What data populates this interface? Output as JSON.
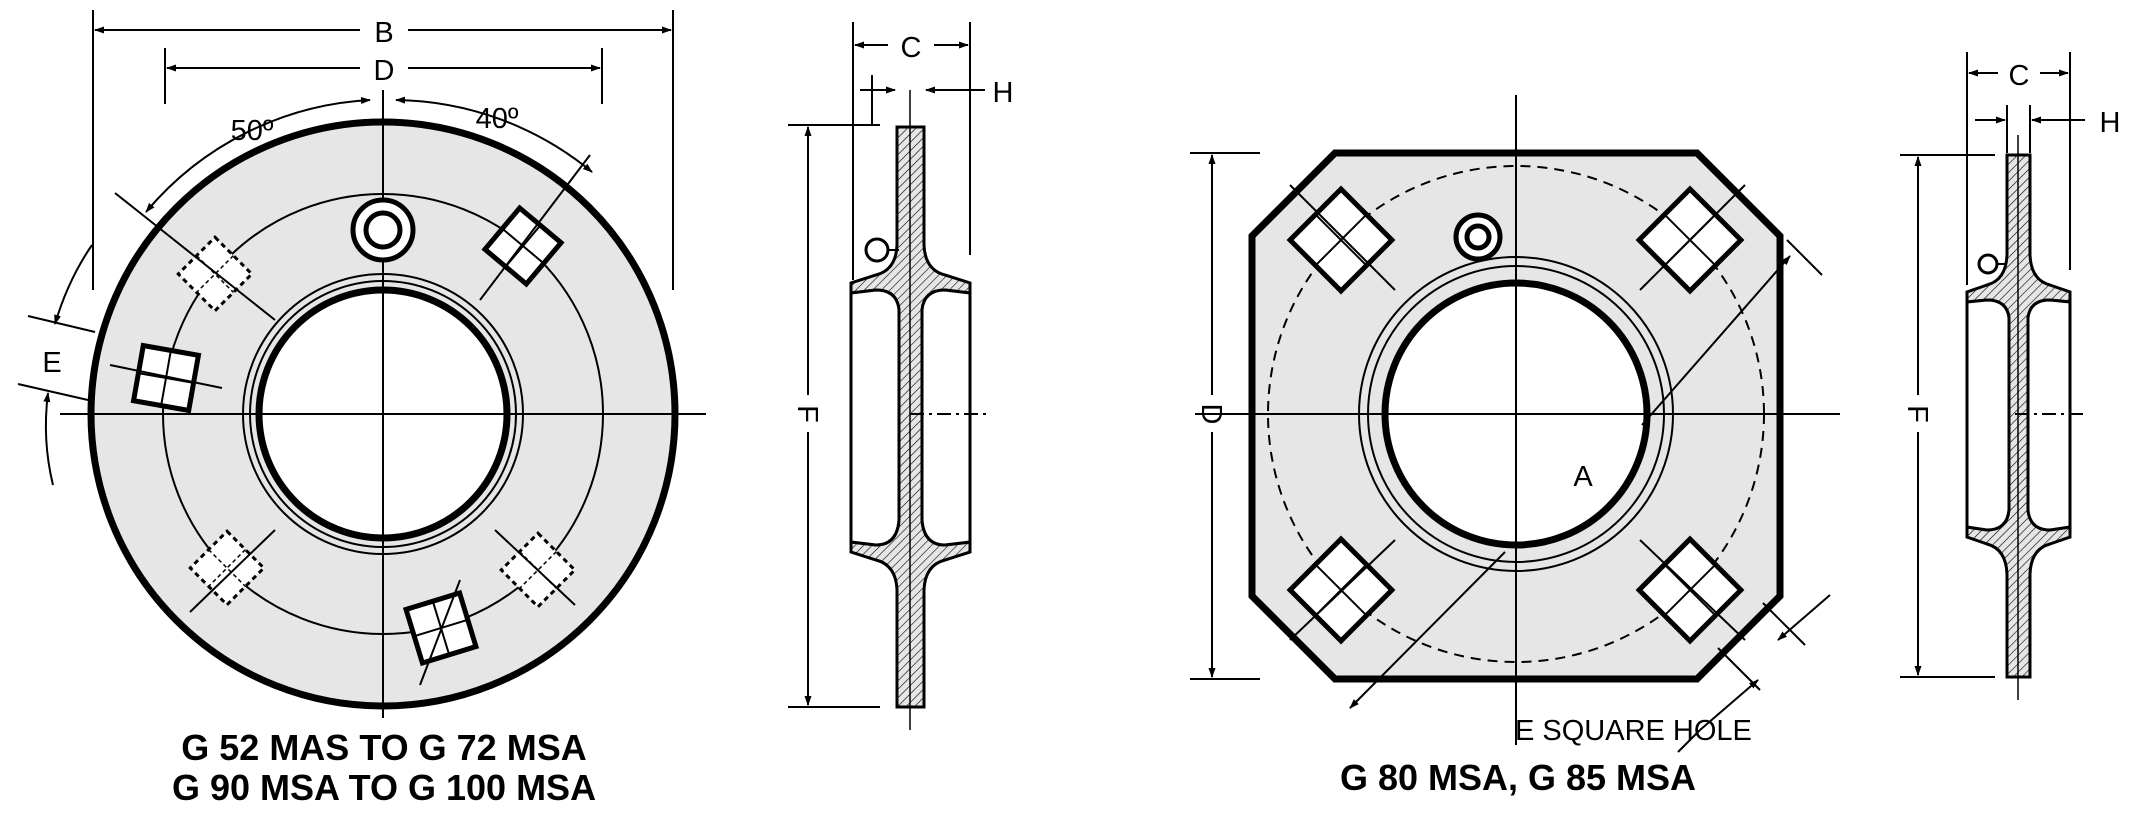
{
  "labels": {
    "B": "B",
    "D": "D",
    "angle_left": "50º",
    "angle_right": "40º",
    "E": "E",
    "C": "C",
    "H": "H",
    "F": "F",
    "A": "A",
    "square_hole": "E SQUARE HOLE"
  },
  "captions": {
    "left_line1": "G 52 MAS TO G 72 MSA",
    "left_line2": "G 90 MSA TO G 100 MSA",
    "right": "G 80 MSA, G 85 MSA"
  },
  "colors": {
    "fill": "#e6e6e6",
    "line": "#000000",
    "background": "#ffffff"
  }
}
